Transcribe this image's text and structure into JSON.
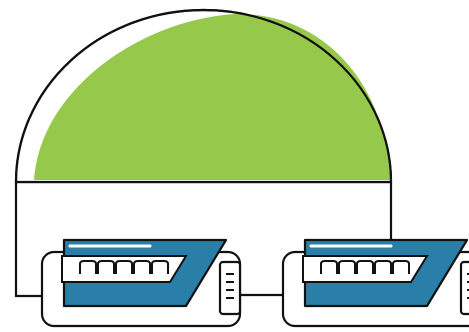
{
  "illustration": {
    "icon": "dome-with-connectors-illustration",
    "colors": {
      "outline": "#111111",
      "dome_fill": "#96c84b",
      "dome_highlight": "#ffffff",
      "connector_fill": "#2a7fa8",
      "background": "#ffffff"
    },
    "connectors": [
      {
        "name": "left-connector"
      },
      {
        "name": "right-connector"
      }
    ]
  }
}
